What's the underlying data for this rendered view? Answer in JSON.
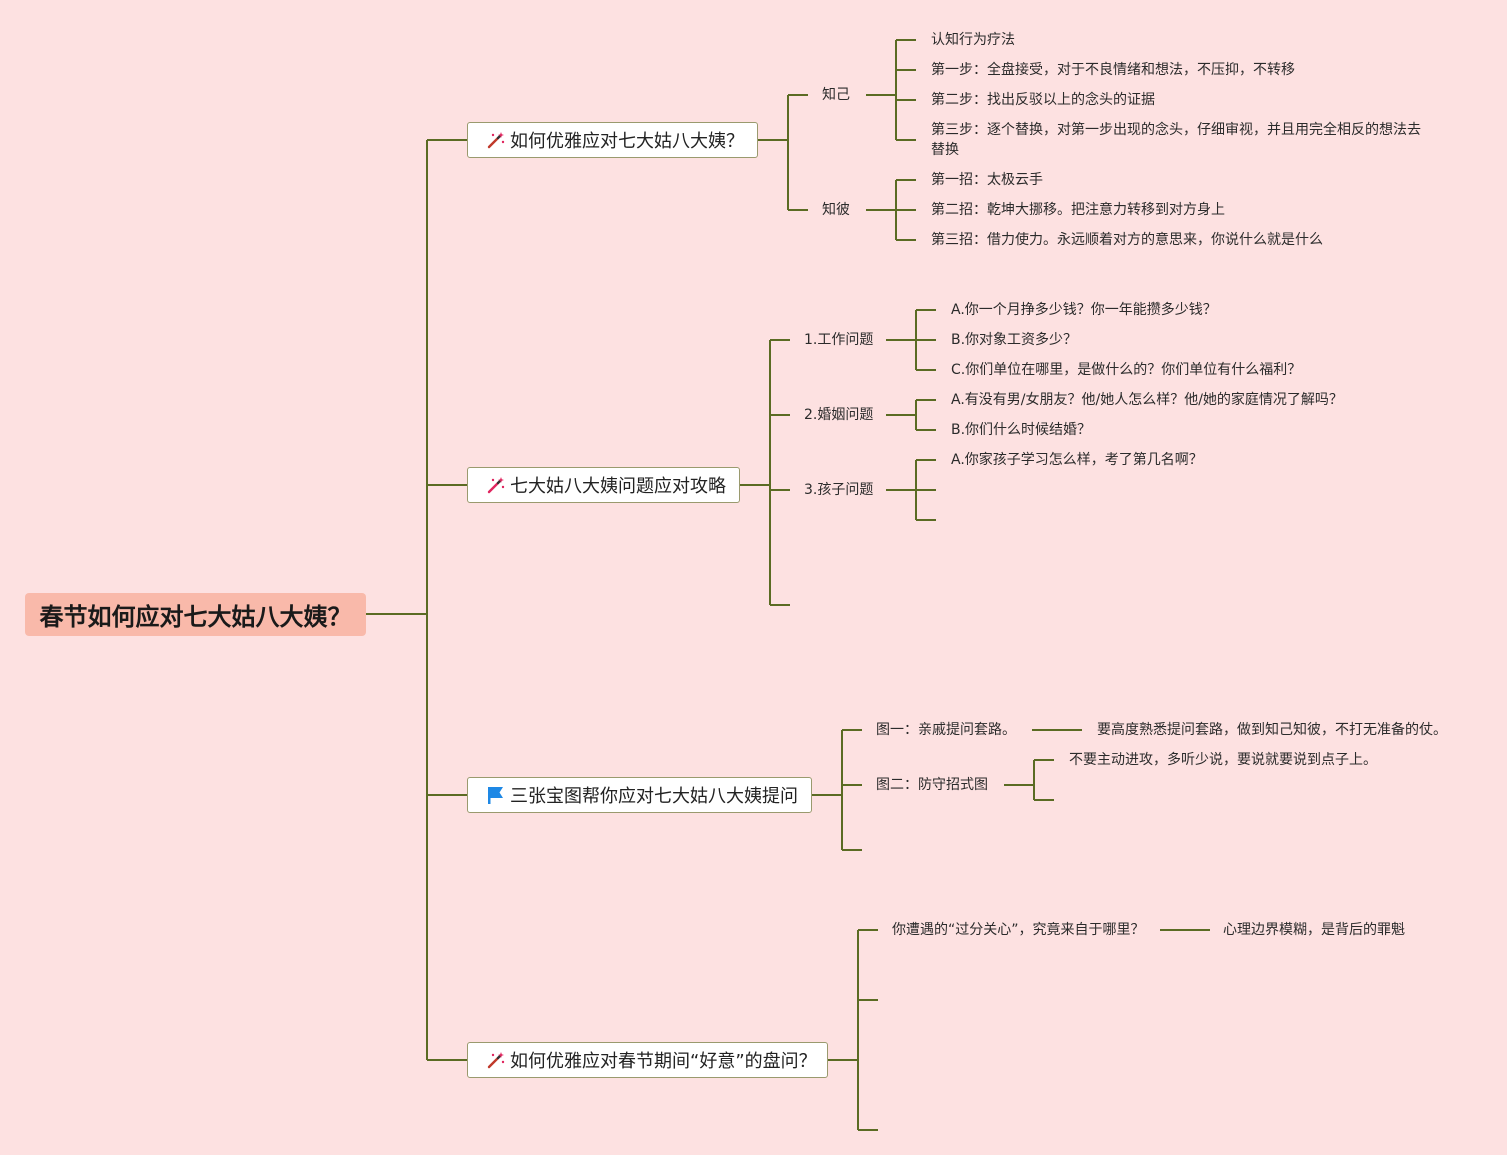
{
  "colors": {
    "background": "#fde1e1",
    "root_fill": "#f9b9aa",
    "connector": "#5b6b23",
    "node_border": "#9a9a6e"
  },
  "root": {
    "label": "春节如何应对七大姑八大姨？"
  },
  "branches": [
    {
      "label": "如何优雅应对七大姑八大姨？",
      "icon": "magic-wand-icon",
      "children": [
        {
          "label": "知己",
          "items": [
            "认知行为疗法",
            "第一步：全盘接受，对于不良情绪和想法，不压抑，不转移",
            "第二步：找出反驳以上的念头的证据",
            "第三步：逐个替换，对第一步出现的念头，仔细审视，并且用完全相反的想法去替换"
          ]
        },
        {
          "label": "知彼",
          "items": [
            "第一招：太极云手",
            "第二招：乾坤大挪移。把注意力转移到对方身上",
            "第三招：借力使力。永远顺着对方的意思来，你说什么就是什么"
          ]
        }
      ]
    },
    {
      "label": "七大姑八大姨问题应对攻略",
      "icon": "magic-wand-icon",
      "children": [
        {
          "label": "1.工作问题",
          "items": [
            "A.你一个月挣多少钱？你一年能攒多少钱？",
            "B.你对象工资多少？",
            "C.你们单位在哪里，是做什么的？你们单位有什么福利？"
          ]
        },
        {
          "label": "2.婚姻问题",
          "items": [
            "A.有没有男/女朋友？他/她人怎么样？他/她的家庭情况了解吗？",
            "B.你们什么时候结婚？"
          ]
        },
        {
          "label": "3.孩子问题",
          "items": [
            "A.你家孩子学习怎么样，考了第几名啊？"
          ]
        }
      ]
    },
    {
      "label": "三张宝图帮你应对七大姑八大姨提问",
      "icon": "blue-flag-icon",
      "children": [
        {
          "label": "图一：亲戚提问套路。",
          "items": [
            "要高度熟悉提问套路，做到知己知彼，不打无准备的仗。"
          ]
        },
        {
          "label": "图二：防守招式图",
          "items": [
            "不要主动进攻，多听少说，要说就要说到点子上。"
          ]
        }
      ]
    },
    {
      "label": "如何优雅应对春节期间“好意”的盘问？",
      "icon": "magic-wand-icon",
      "children": [
        {
          "label": "你遭遇的“过分关心”，究竟来自于哪里？",
          "items": [
            "心理边界模糊，是背后的罪魁"
          ]
        }
      ]
    }
  ]
}
